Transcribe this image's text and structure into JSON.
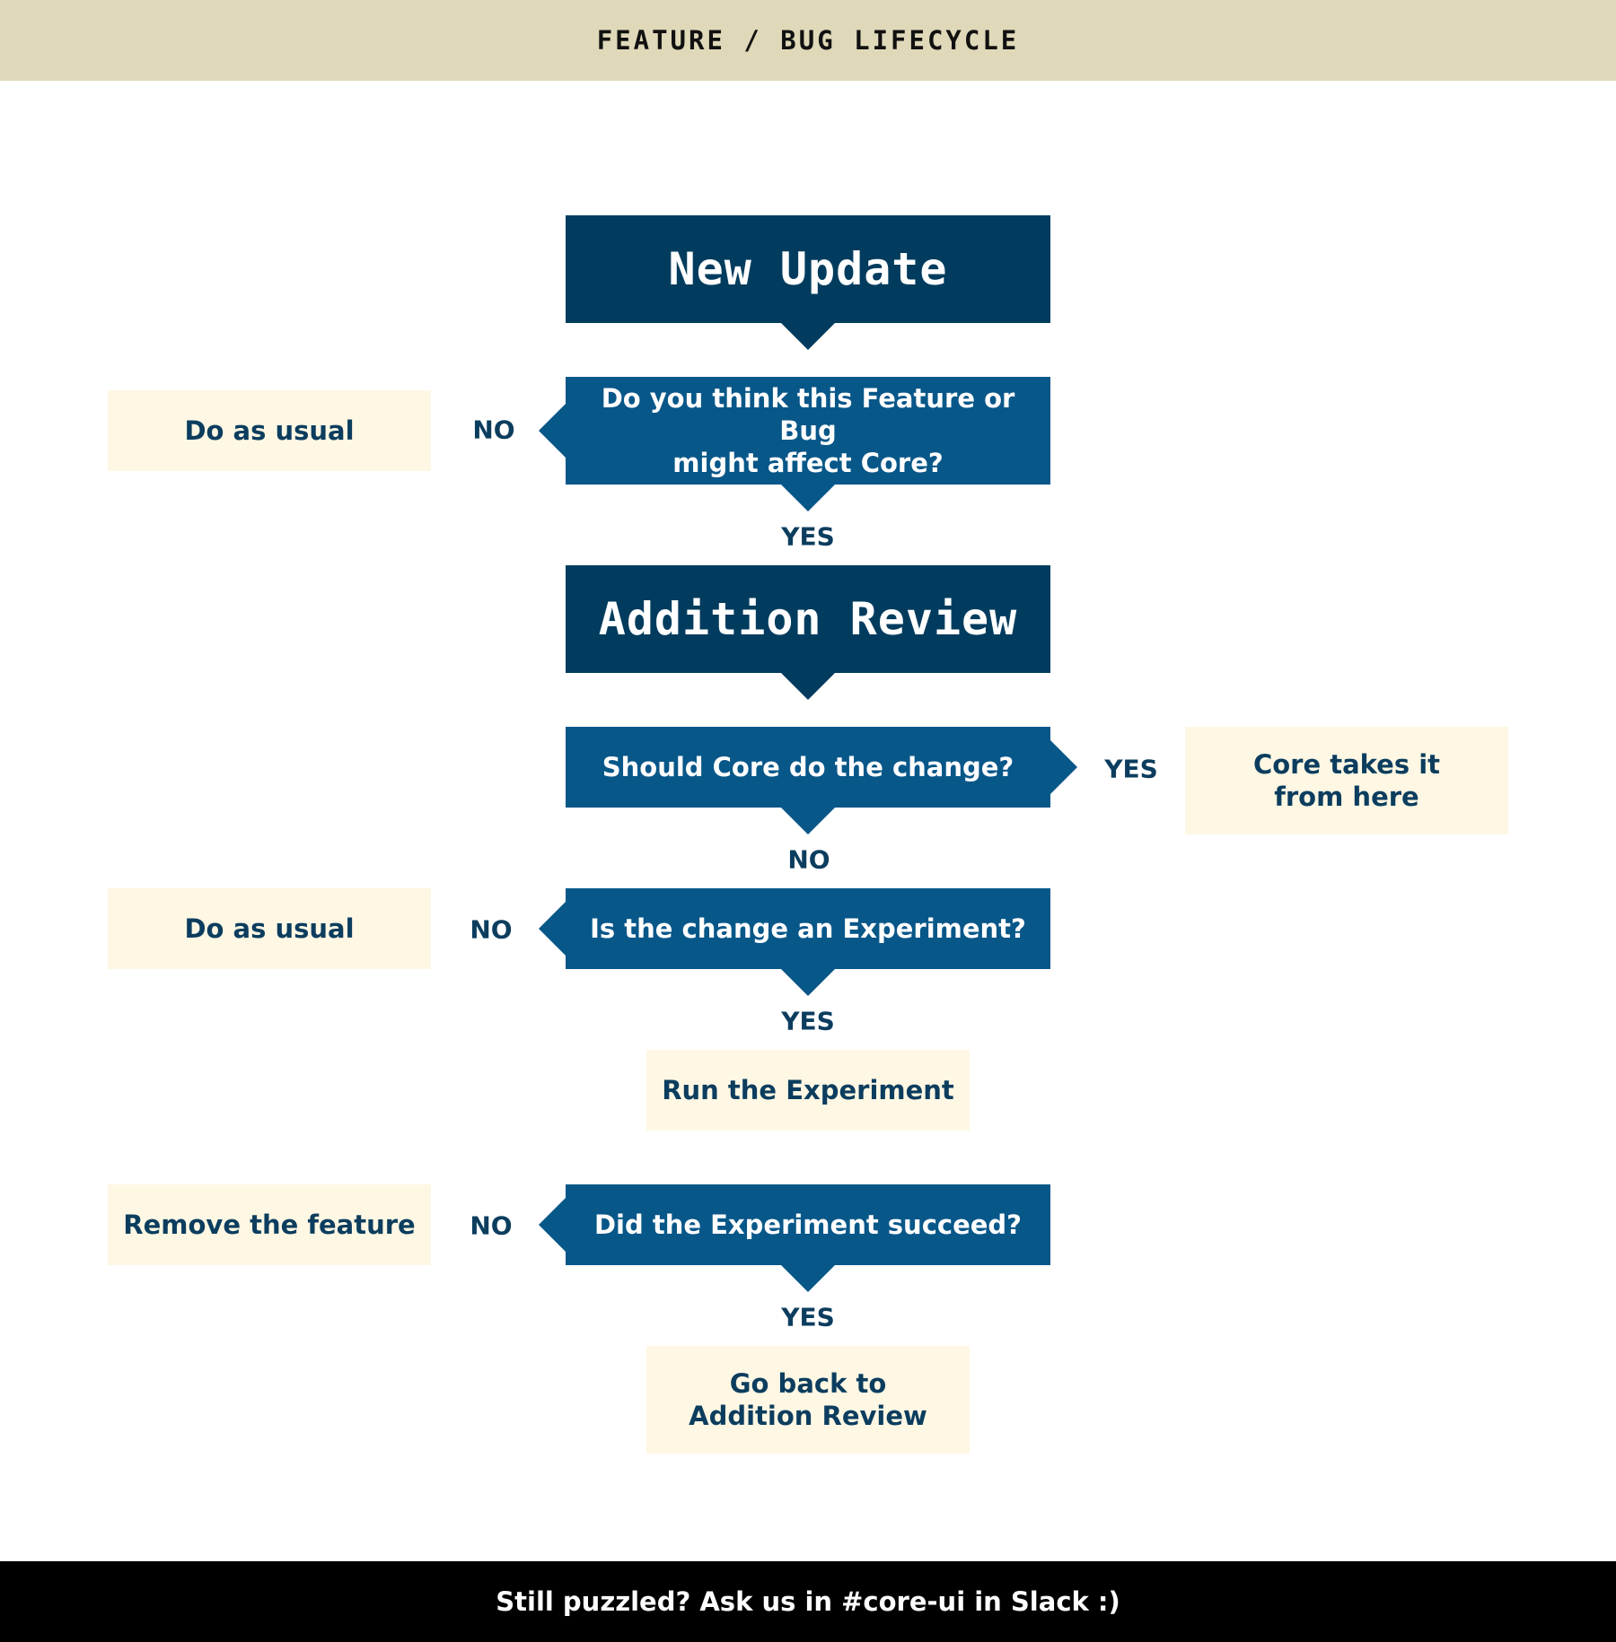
{
  "header": {
    "title": "FEATURE / BUG LIFECYCLE"
  },
  "nodes": {
    "new_update": "New Update",
    "q_affect_core": "Do you think this Feature or Bug\nmight affect Core?",
    "do_as_usual_1": "Do as usual",
    "addition_review": "Addition Review",
    "q_core_change": "Should Core do the change?",
    "core_takes_it": "Core takes it\nfrom here",
    "q_experiment": "Is the change an Experiment?",
    "do_as_usual_2": "Do as usual",
    "run_experiment": "Run the Experiment",
    "q_succeed": "Did the Experiment succeed?",
    "remove_feature": "Remove the feature",
    "go_back": "Go back to\nAddition Review"
  },
  "labels": {
    "no_1": "NO",
    "yes_1": "YES",
    "yes_2": "YES",
    "no_2": "NO",
    "no_3": "NO",
    "yes_3": "YES",
    "no_4": "NO",
    "yes_4": "YES"
  },
  "footer": {
    "text": "Still puzzled? Ask us in #core-ui in Slack :)"
  },
  "colors": {
    "header_bg": "#dfd9b9",
    "title_box": "#013c5e",
    "decision_box": "#085789",
    "result_box": "#fdf7e4",
    "text_dark": "#0c3d5e",
    "footer_bg": "#000000"
  }
}
